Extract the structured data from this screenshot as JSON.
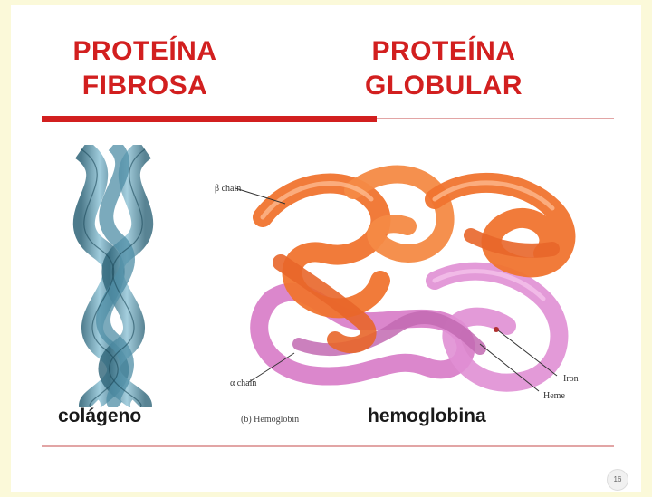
{
  "titles": {
    "left": "PROTEÍNA FIBROSA",
    "right": "PROTEÍNA GLOBULAR"
  },
  "captions": {
    "left": "colágeno",
    "right": "hemoglobina",
    "figure_ref": "(b) Hemoglobin"
  },
  "labels": {
    "beta_chain": "β chain",
    "alpha_chain": "α chain",
    "iron": "Iron",
    "heme": "Heme"
  },
  "page_number": "16",
  "colors": {
    "title": "#d21f1f",
    "collagen": "#3f7d93",
    "beta": "#f0742f",
    "alpha": "#d77ac6"
  }
}
